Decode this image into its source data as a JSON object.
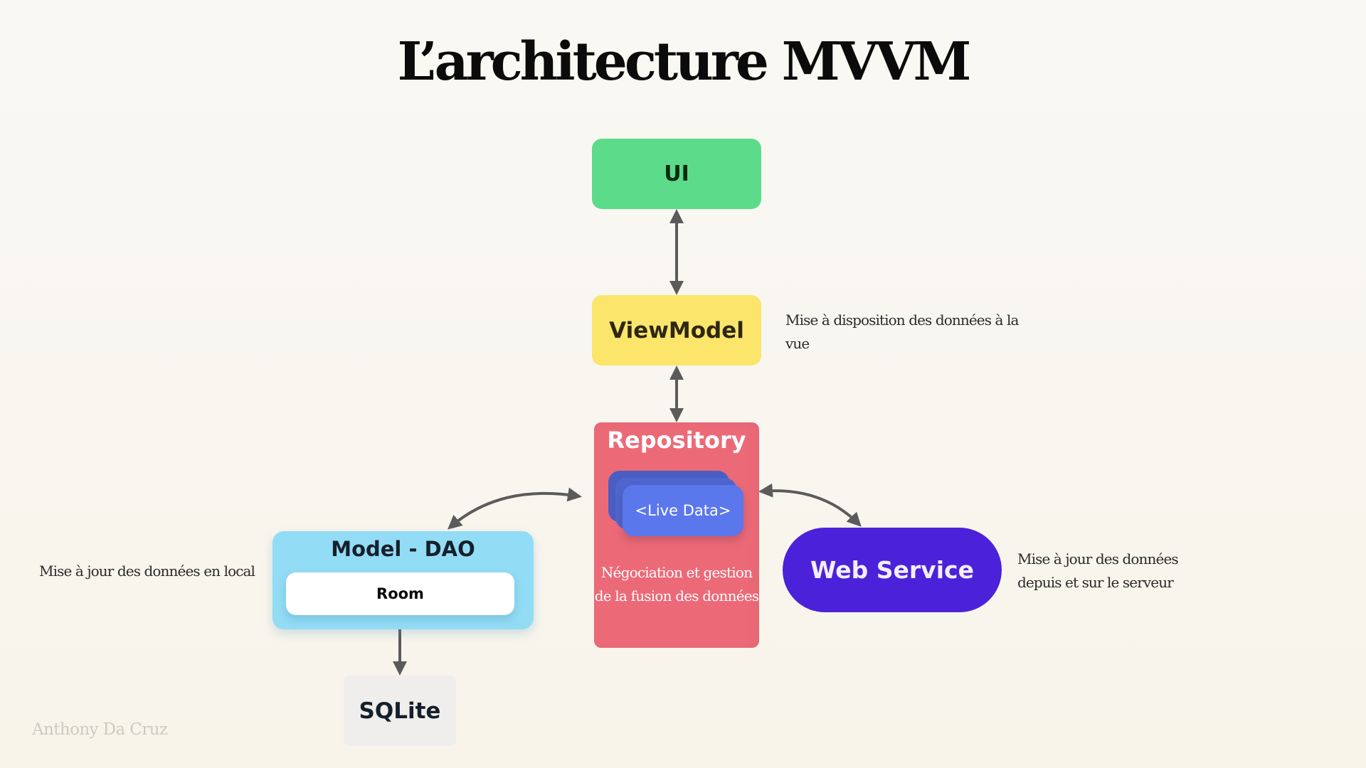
{
  "title": "L’architecture MVVM",
  "nodes": {
    "ui": {
      "label": "UI",
      "color": "#5cdc8a"
    },
    "viewmodel": {
      "label": "ViewModel",
      "color": "#fbe56b"
    },
    "repository": {
      "label": "Repository",
      "color": "#ec6a78",
      "live_data": "<Live Data>",
      "live_data_color": "#5a77ec",
      "note": "Négociation et gestion de la fusion des données"
    },
    "model_dao": {
      "label": "Model - DAO",
      "color": "#93dcf5",
      "inner": "Room"
    },
    "sqlite": {
      "label": "SQLite",
      "color": "#efeeec"
    },
    "web_service": {
      "label": "Web Service",
      "color": "#4b22d9"
    }
  },
  "edges": [
    {
      "from": "ui",
      "to": "viewmodel",
      "bidirectional": true
    },
    {
      "from": "viewmodel",
      "to": "repository",
      "bidirectional": true
    },
    {
      "from": "repository",
      "to": "model_dao",
      "bidirectional": true
    },
    {
      "from": "repository",
      "to": "web_service",
      "bidirectional": true
    },
    {
      "from": "model_dao",
      "to": "sqlite",
      "bidirectional": true
    }
  ],
  "notes": {
    "viewmodel": "Mise à disposition des données à la vue",
    "local": "Mise à jour des données en local",
    "server": "Mise à jour des données depuis et sur le serveur"
  },
  "author": "Anthony Da Cruz",
  "arrow_color": "#5b5b5b"
}
